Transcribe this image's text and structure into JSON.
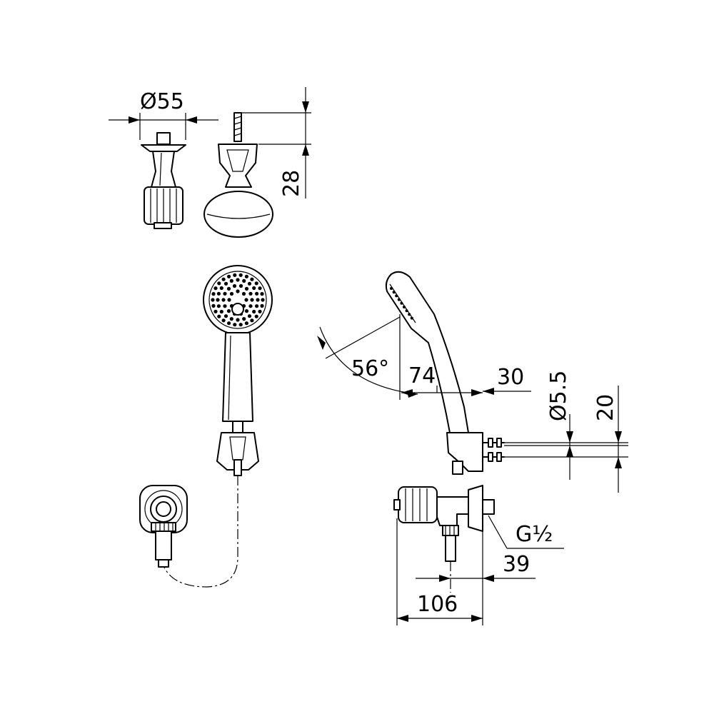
{
  "dimensions": {
    "dia_55": "Ø55",
    "h_28": "28",
    "angle_56": "56°",
    "h_74": "74",
    "h_30": "30",
    "dia_5_5": "Ø5.5",
    "h_20": "20",
    "thread_g_half": "G½",
    "w_39": "39",
    "w_106": "106"
  }
}
